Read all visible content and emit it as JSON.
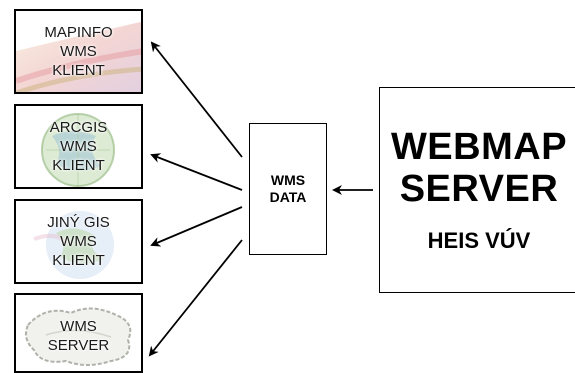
{
  "clients": {
    "mapinfo": {
      "label": "MAPINFO\nWMS\nKLIENT"
    },
    "arcgis": {
      "label": "ARCGIS\nWMS\nKLIENT"
    },
    "jiny": {
      "label": "JINÝ GIS\nWMS\nKLIENT"
    },
    "server": {
      "label": "WMS\nSERVER"
    }
  },
  "wms_data": {
    "label": "WMS\nDATA"
  },
  "webmap": {
    "title": "WEBMAP\nSERVER",
    "subtitle": "HEIS VÚV"
  }
}
